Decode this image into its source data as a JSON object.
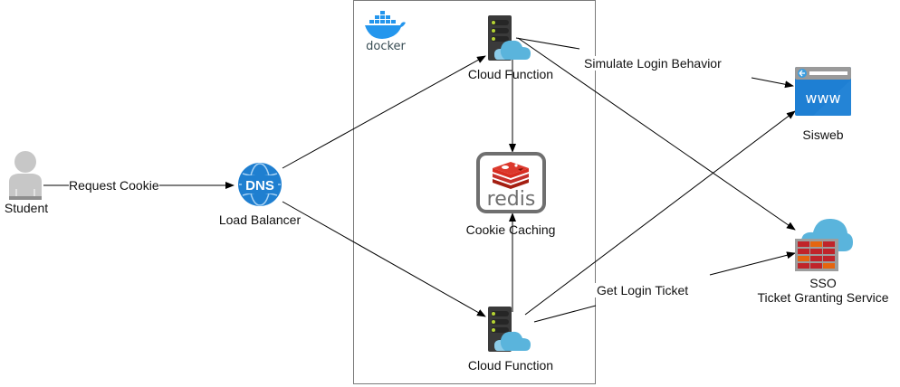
{
  "diagram": {
    "nodes": {
      "student": {
        "label": "Student",
        "icon": "user-icon"
      },
      "load_balancer": {
        "label": "Load Balancer",
        "icon": "dns-globe-icon",
        "icon_text": "DNS"
      },
      "docker": {
        "label": "docker",
        "icon": "docker-whale-icon"
      },
      "cloud_function_top": {
        "label": "Cloud Function",
        "icon": "server-cloud-icon"
      },
      "redis": {
        "label": "Cookie Caching",
        "icon": "redis-icon",
        "icon_text": "redis"
      },
      "cloud_function_bottom": {
        "label": "Cloud Function",
        "icon": "server-cloud-icon"
      },
      "sisweb": {
        "label": "Sisweb",
        "icon": "browser-www-icon",
        "icon_text": "www"
      },
      "sso": {
        "label_line1": "SSO",
        "label_line2": "Ticket Granting Service",
        "icon": "firewall-cloud-icon"
      }
    },
    "edges": [
      {
        "from": "student",
        "to": "load_balancer",
        "label": "Request Cookie"
      },
      {
        "from": "load_balancer",
        "to": "cloud_function_top",
        "label": ""
      },
      {
        "from": "load_balancer",
        "to": "cloud_function_bottom",
        "label": ""
      },
      {
        "from": "cloud_function_top",
        "to": "redis",
        "label": ""
      },
      {
        "from": "cloud_function_bottom",
        "to": "redis",
        "label": ""
      },
      {
        "from": "cloud_function_top",
        "to": "sisweb",
        "label": "Simulate Login Behavior"
      },
      {
        "from": "cloud_function_top",
        "to": "sso",
        "label": ""
      },
      {
        "from": "cloud_function_bottom",
        "to": "sisweb",
        "label": ""
      },
      {
        "from": "cloud_function_bottom",
        "to": "sso",
        "label": "Get Login Ticket"
      }
    ],
    "colors": {
      "dns_blue": "#1f7fd0",
      "cloud_blue": "#5ab4dc",
      "server_dark": "#3a3a3a",
      "server_led": "#b5d334",
      "redis_red": "#d12b24",
      "www_blue": "#1e7fd3",
      "brick_red": "#c0242a",
      "brick_orange": "#e5650f",
      "docker_blue": "#2496ed",
      "user_gray": "#c7c7c7"
    }
  }
}
